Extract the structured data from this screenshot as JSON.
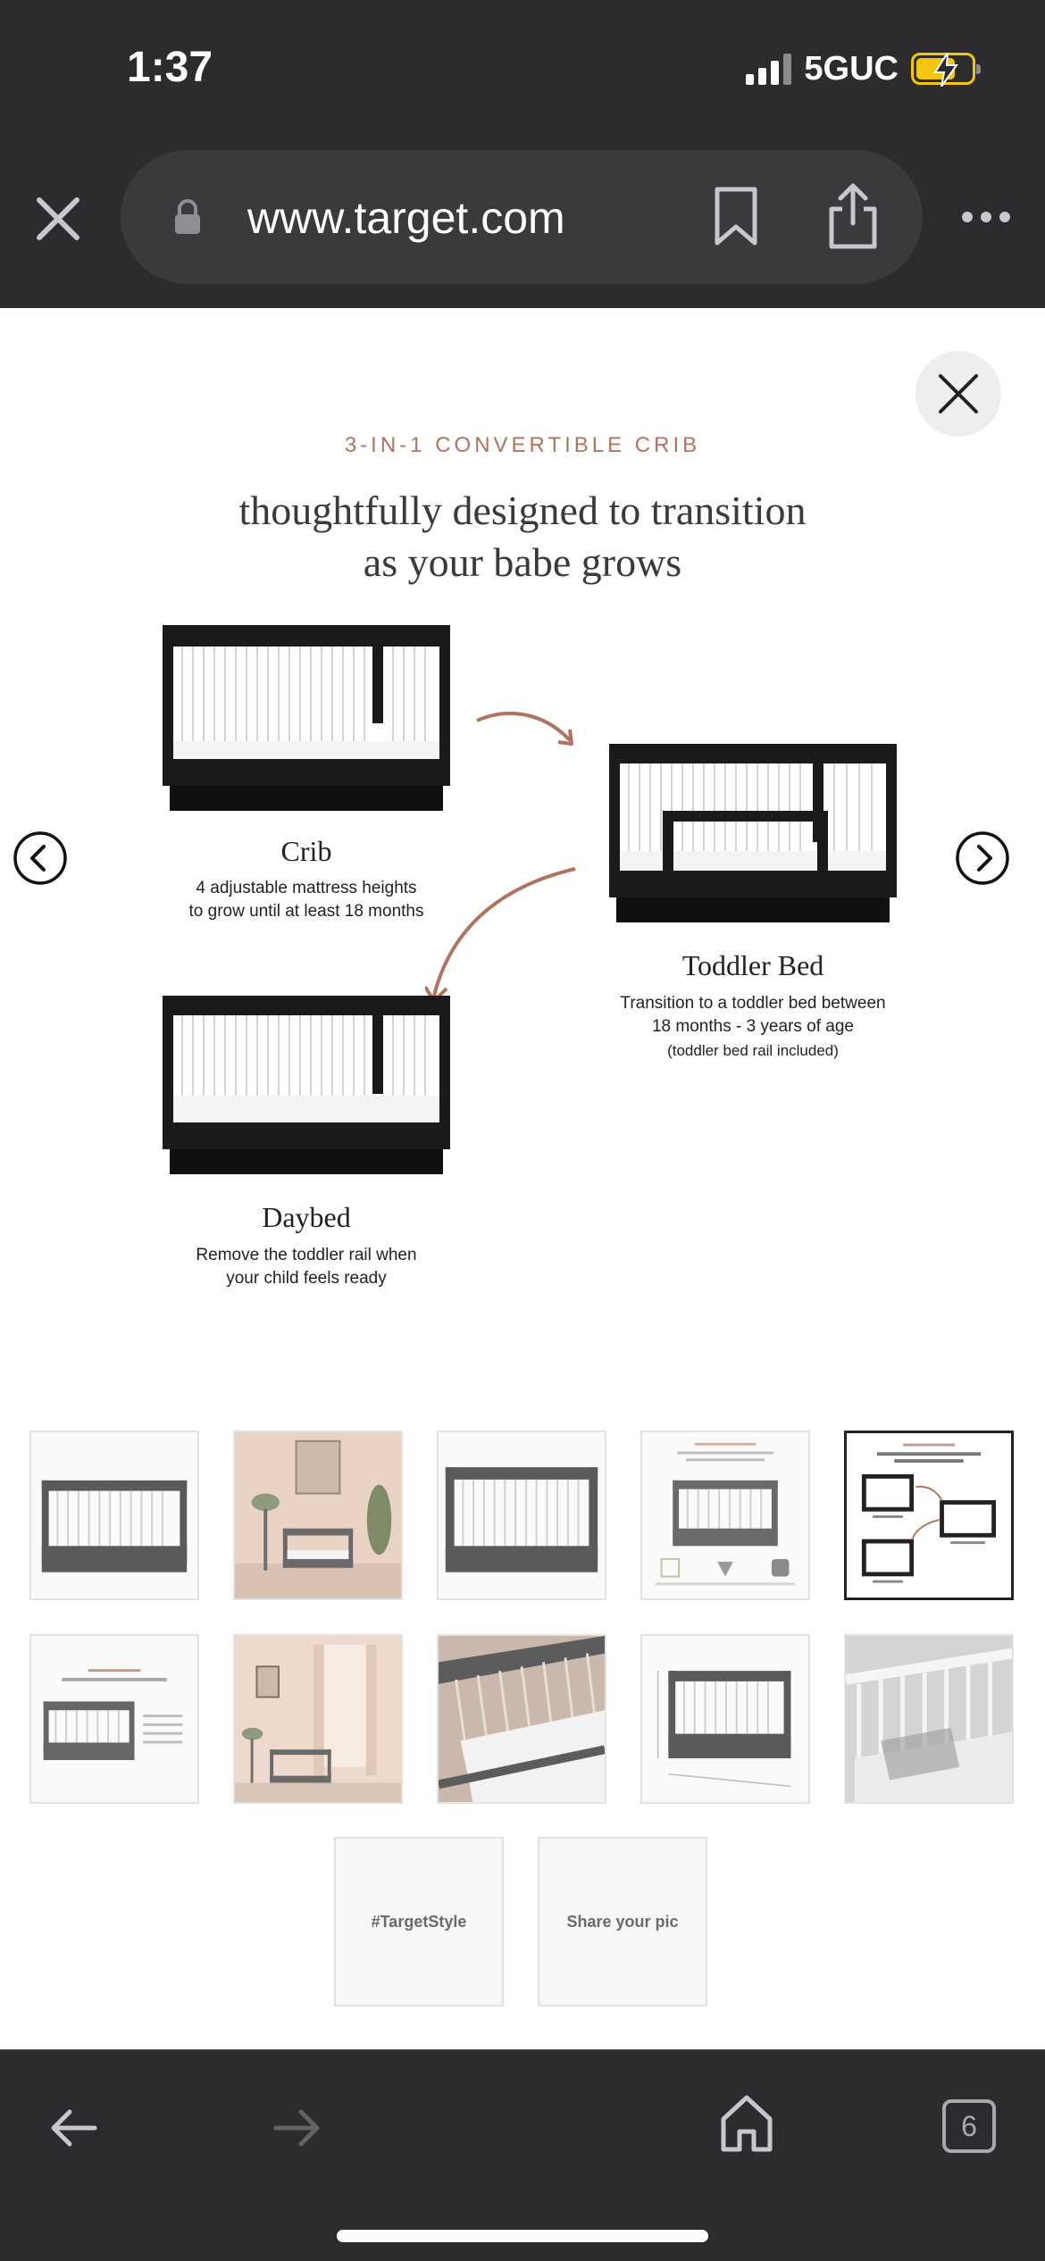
{
  "status_bar": {
    "time": "1:37",
    "network": "5GUC",
    "battery_color": "#f4c60f"
  },
  "browser": {
    "url": "www.target.com",
    "close_icon": "close-icon",
    "lock_icon": "lock-icon",
    "bookmark_icon": "bookmark-icon",
    "share_icon": "share-icon",
    "more_icon": "more-icon"
  },
  "viewer": {
    "close_icon": "close-icon",
    "prev_icon": "chevron-left-icon",
    "next_icon": "chevron-right-icon",
    "hero": {
      "eyebrow": "3-IN-1 CONVERTIBLE CRIB",
      "headline_line1": "thoughtfully designed to transition",
      "headline_line2": "as your babe grows",
      "stages": {
        "crib": {
          "title": "Crib",
          "desc_line1": "4 adjustable mattress heights",
          "desc_line2": "to grow until at least 18 months"
        },
        "toddler": {
          "title": "Toddler Bed",
          "desc_line1": "Transition to a toddler bed between",
          "desc_line2": "18 months - 3 years of age",
          "note": "(toddler bed rail included)"
        },
        "daybed": {
          "title": "Daybed",
          "desc_line1": "Remove the toddler rail when",
          "desc_line2": "your child feels ready"
        }
      },
      "accent_color": "#b0735e"
    },
    "thumbnails": [
      {
        "name": "thumb-crib-front",
        "selected": false
      },
      {
        "name": "thumb-nursery-room",
        "selected": false
      },
      {
        "name": "thumb-crib-side",
        "selected": false
      },
      {
        "name": "thumb-safety-features",
        "selected": false
      },
      {
        "name": "thumb-3-in-1-convertible",
        "selected": true
      },
      {
        "name": "thumb-mattress-heights",
        "selected": false
      },
      {
        "name": "thumb-nursery-window",
        "selected": false
      },
      {
        "name": "thumb-crib-closeup",
        "selected": false
      },
      {
        "name": "thumb-dimensions",
        "selected": false
      },
      {
        "name": "thumb-crib-white",
        "selected": false
      }
    ],
    "tiles": {
      "target_style": "#TargetStyle",
      "share_pic": "Share your pic"
    }
  },
  "toolbar": {
    "back_icon": "back-arrow-icon",
    "forward_icon": "forward-arrow-icon",
    "home_icon": "home-icon",
    "tab_count": "6"
  }
}
